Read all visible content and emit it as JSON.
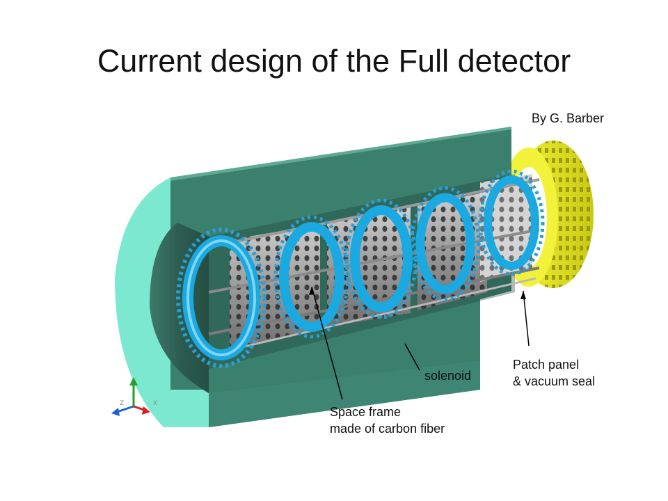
{
  "title": "Current design of the Full detector",
  "credit": "By G. Barber",
  "labels": {
    "solenoid": "solenoid",
    "patch_panel": [
      "Patch panel",
      "& vacuum seal"
    ],
    "space_frame": [
      "Space frame",
      "made of carbon fiber"
    ]
  },
  "axes_triad": {
    "z": "Z",
    "x": "X"
  },
  "colors": {
    "solenoid_face": "#7de8d0",
    "solenoid_body": "#3b7f6d",
    "frame_gray": "#a8a8a8",
    "ring_cyan": "#1aa9e0",
    "patch_yellow": "#e7e72a"
  }
}
